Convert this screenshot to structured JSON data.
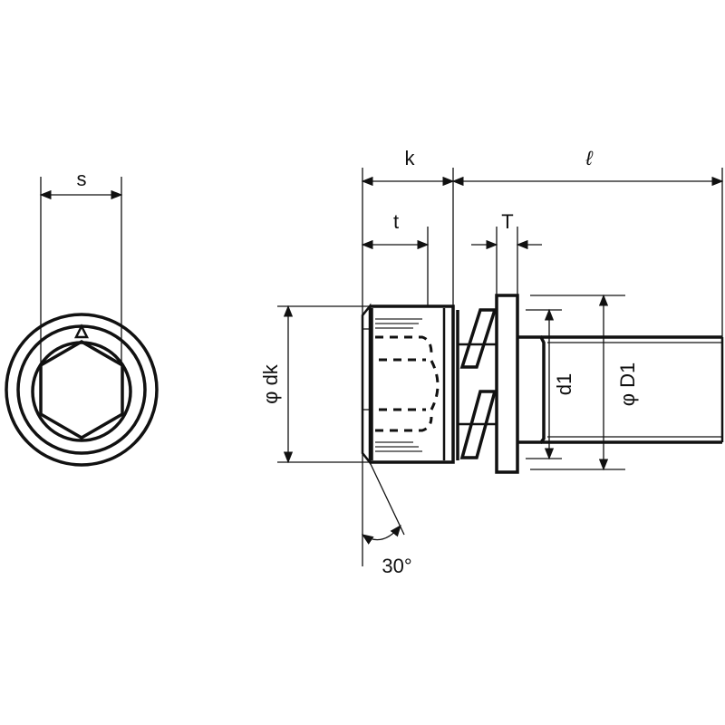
{
  "labels": {
    "s": "s",
    "k": "k",
    "l": "ℓ",
    "t": "t",
    "T": "T",
    "dk": "φ dk",
    "d1": "d1",
    "D1": "φ D1",
    "angle": "30°"
  },
  "colors": {
    "line": "#111111",
    "background": "#ffffff"
  }
}
